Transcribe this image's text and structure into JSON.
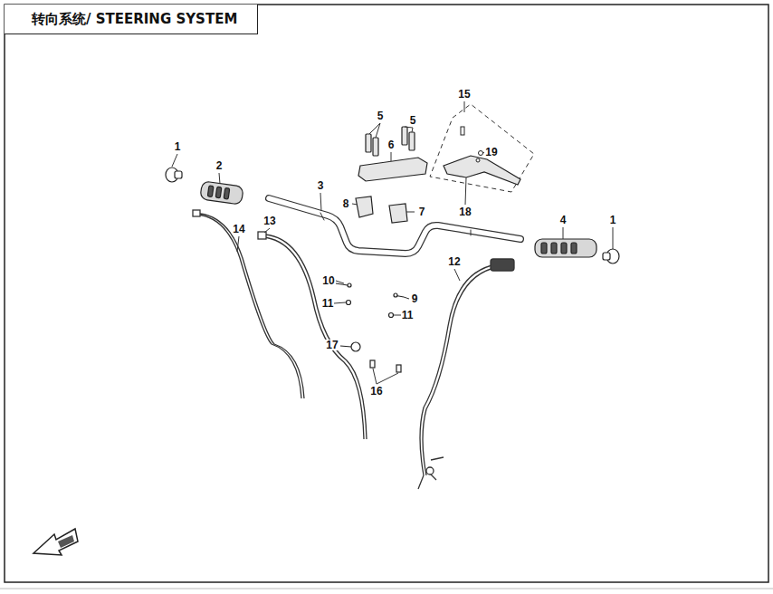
{
  "diagram": {
    "title": "转向系统/ STEERING SYSTEM",
    "labels": [
      "1",
      "2",
      "5",
      "5",
      "15",
      "6",
      "19",
      "3",
      "8",
      "7",
      "18",
      "4",
      "1",
      "13",
      "14",
      "12",
      "10",
      "9",
      "11",
      "11",
      "17",
      "16"
    ]
  }
}
